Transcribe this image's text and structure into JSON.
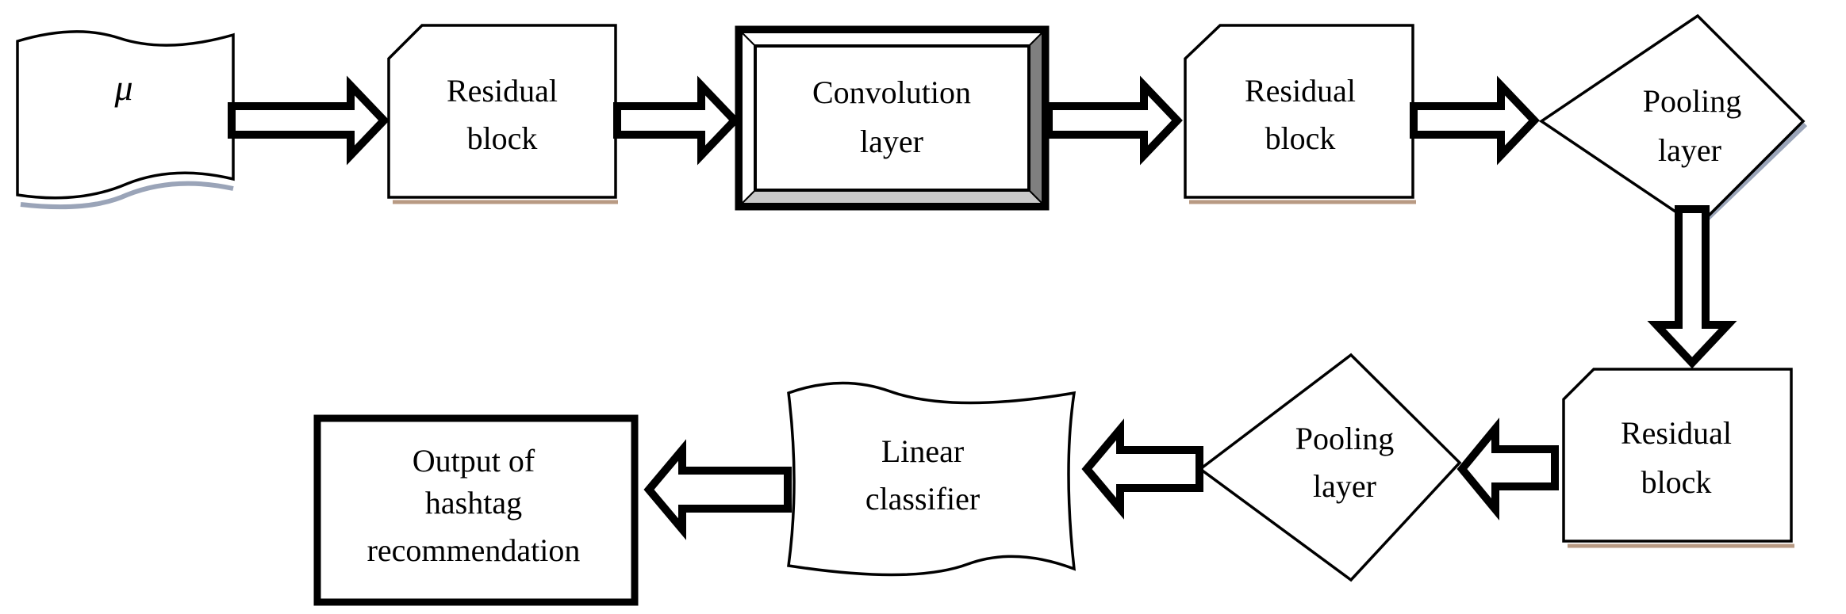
{
  "diagram": {
    "nodes": {
      "input": {
        "label": "μ",
        "shape": "document"
      },
      "residual1": {
        "label_line1": "Residual",
        "label_line2": "block",
        "shape": "snipped-rect"
      },
      "convolution": {
        "label_line1": "Convolution",
        "label_line2": "layer",
        "shape": "bevel-rect"
      },
      "residual2": {
        "label_line1": "Residual",
        "label_line2": "block",
        "shape": "snipped-rect"
      },
      "pooling1": {
        "label_line1": "Pooling",
        "label_line2": "layer",
        "shape": "diamond"
      },
      "residual3": {
        "label_line1": "Residual",
        "label_line2": "block",
        "shape": "snipped-rect"
      },
      "pooling2": {
        "label_line1": "Pooling",
        "label_line2": "layer",
        "shape": "diamond"
      },
      "classifier": {
        "label_line1": "Linear",
        "label_line2": "classifier",
        "shape": "wavy-rect"
      },
      "output": {
        "label_line1": "Output of",
        "label_line2": "hashtag",
        "label_line3": "recommendation",
        "shape": "thick-rect"
      }
    },
    "edges": [
      {
        "from": "input",
        "to": "residual1"
      },
      {
        "from": "residual1",
        "to": "convolution"
      },
      {
        "from": "convolution",
        "to": "residual2"
      },
      {
        "from": "residual2",
        "to": "pooling1"
      },
      {
        "from": "pooling1",
        "to": "residual3"
      },
      {
        "from": "residual3",
        "to": "pooling2"
      },
      {
        "from": "pooling2",
        "to": "classifier"
      },
      {
        "from": "classifier",
        "to": "output"
      }
    ],
    "colors": {
      "stroke": "#000000",
      "fill": "#ffffff",
      "bevel_dark": "#7f7f7f",
      "bevel_light": "#c8c8c8",
      "shadow_blue": "#9aa4b8",
      "shadow_tan": "#b89a83"
    }
  }
}
